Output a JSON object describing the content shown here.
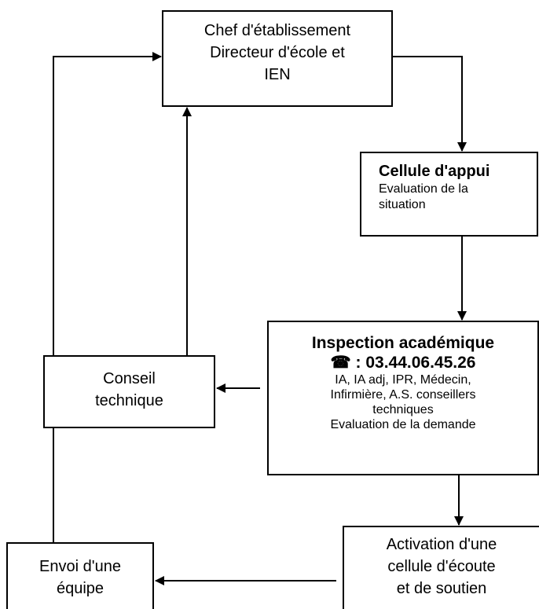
{
  "nodes": {
    "chef": {
      "lines": [
        "Chef d'établissement",
        "Directeur d'école et",
        "IEN"
      ]
    },
    "cellule": {
      "title": "Cellule d'appui",
      "lines": [
        "Evaluation de la",
        "situation"
      ]
    },
    "inspection": {
      "title": "Inspection académique",
      "phone_icon": "telephone-icon",
      "phone": "☎ : 03.44.06.45.26",
      "lines": [
        "IA, IA adj, IPR, Médecin,",
        "Infirmière, A.S. conseillers",
        "techniques",
        "Evaluation de la demande"
      ]
    },
    "conseil": {
      "lines": [
        "Conseil",
        "technique"
      ]
    },
    "activation": {
      "lines": [
        "Activation d'une",
        "cellule d'écoute",
        "et de soutien"
      ]
    },
    "envoi": {
      "lines": [
        "Envoi d'une",
        "équipe"
      ]
    }
  },
  "edges": [
    {
      "from": "chef",
      "to": "cellule"
    },
    {
      "from": "cellule",
      "to": "inspection"
    },
    {
      "from": "inspection",
      "to": "conseil"
    },
    {
      "from": "conseil",
      "to": "chef"
    },
    {
      "from": "inspection",
      "to": "activation"
    },
    {
      "from": "activation",
      "to": "envoi"
    },
    {
      "from": "envoi",
      "to": "chef"
    }
  ]
}
